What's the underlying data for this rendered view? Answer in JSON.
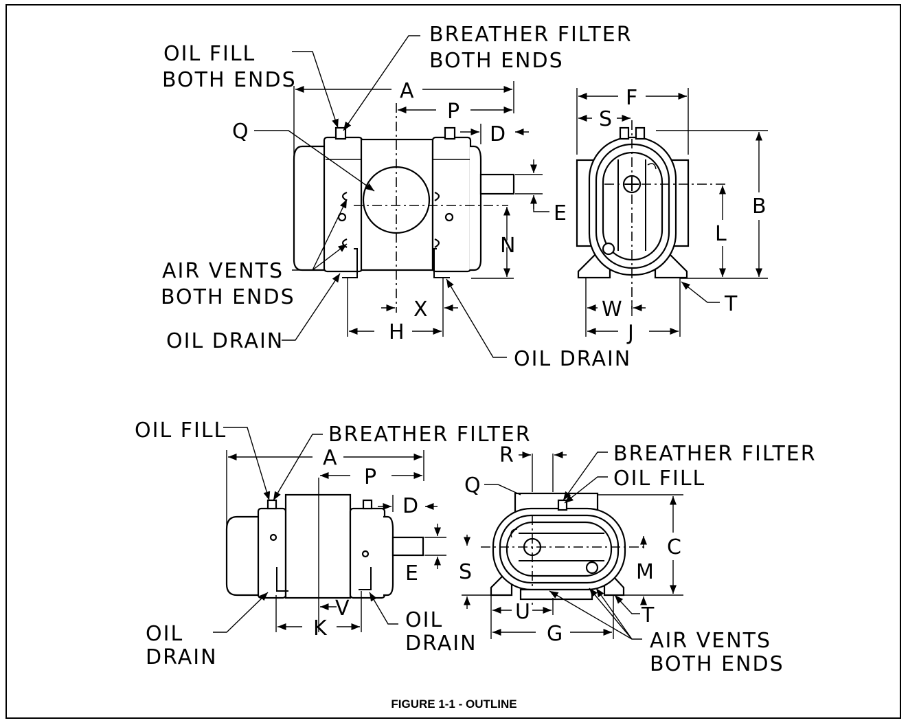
{
  "caption": "FIGURE 1-1 - OUTLINE",
  "top_view": {
    "oil_fill": [
      "OIL FILL",
      "BOTH ENDS"
    ],
    "breather_filter": [
      "BREATHER FILTER",
      "BOTH ENDS"
    ],
    "air_vents": [
      "AIR VENTS",
      "BOTH ENDS"
    ],
    "oil_drain_left": "OIL DRAIN",
    "oil_drain_right": "OIL DRAIN",
    "dims": {
      "A": "A",
      "P": "P",
      "D": "D",
      "Q": "Q",
      "E": "E",
      "N": "N",
      "X": "X",
      "H": "H",
      "F": "F",
      "S": "S",
      "B": "B",
      "L": "L",
      "T": "T",
      "W": "W",
      "J": "J"
    }
  },
  "bottom_view": {
    "oil_fill": "OIL FILL",
    "breather_filter": "BREATHER FILTER",
    "oil_drain_left": [
      "OIL",
      "DRAIN"
    ],
    "oil_drain_right": [
      "OIL",
      "DRAIN"
    ],
    "breather_filter_right": "BREATHER FILTER",
    "oil_fill_right": "OIL FILL",
    "air_vents": [
      "AIR VENTS",
      "BOTH ENDS"
    ],
    "dims": {
      "A": "A",
      "P": "P",
      "D": "D",
      "E": "E",
      "K": "K",
      "V": "V",
      "Q": "Q",
      "R": "R",
      "C": "C",
      "S": "S",
      "M": "M",
      "T": "T",
      "U": "U",
      "G": "G"
    }
  }
}
